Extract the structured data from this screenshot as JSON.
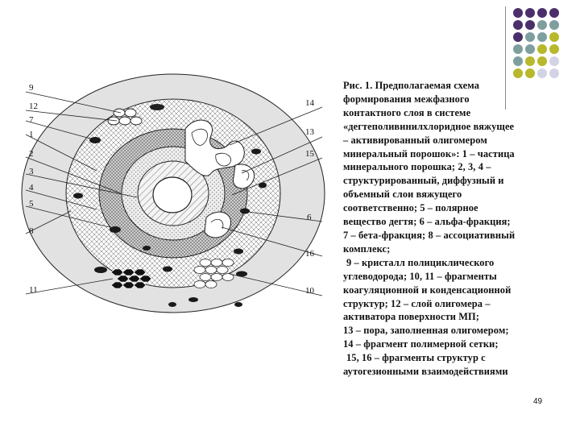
{
  "diagram": {
    "labels_left": [
      "9",
      "12",
      "7",
      "1",
      "2",
      "3",
      "4",
      "5",
      "8",
      "11"
    ],
    "labels_right": [
      "14",
      "13",
      "15",
      "6",
      "16",
      "10"
    ]
  },
  "caption": {
    "lines": [
      "Рис. 1.  Предполагаемая схема",
      "формирования межфазного",
      "контактного слоя в системе",
      "«дегтеполивинилхлоридное вяжущее",
      "– активированный олигомером",
      "минеральный порошок»: 1 – частица",
      "минерального порошка; 2, 3, 4 –",
      "структурированный, диффузный и",
      "объемный слои вяжущего",
      "соответственно; 5 – полярное",
      "вещество дегтя; 6 – альфа-фракция;",
      "7 – бета-фракция; 8 – ассоциативный",
      "комплекс;",
      " 9 – кристалл полициклического",
      "углеводорода; 10, 11 – фрагменты",
      "коагуляционной и конденсационной",
      "структур; 12 – слой олигомера –",
      "активатора поверхности МП;",
      "13 – пора, заполненная олигомером;",
      "14 – фрагмент полимерной сетки;",
      " 15, 16 – фрагменты структур с",
      "аутогезионными взаимодействиями"
    ]
  },
  "page_number": "49",
  "colors": {
    "purple": "#4b2f6b",
    "teal": "#7f9f9f",
    "olive": "#b7b82c",
    "lavender": "#d3d3e6"
  }
}
